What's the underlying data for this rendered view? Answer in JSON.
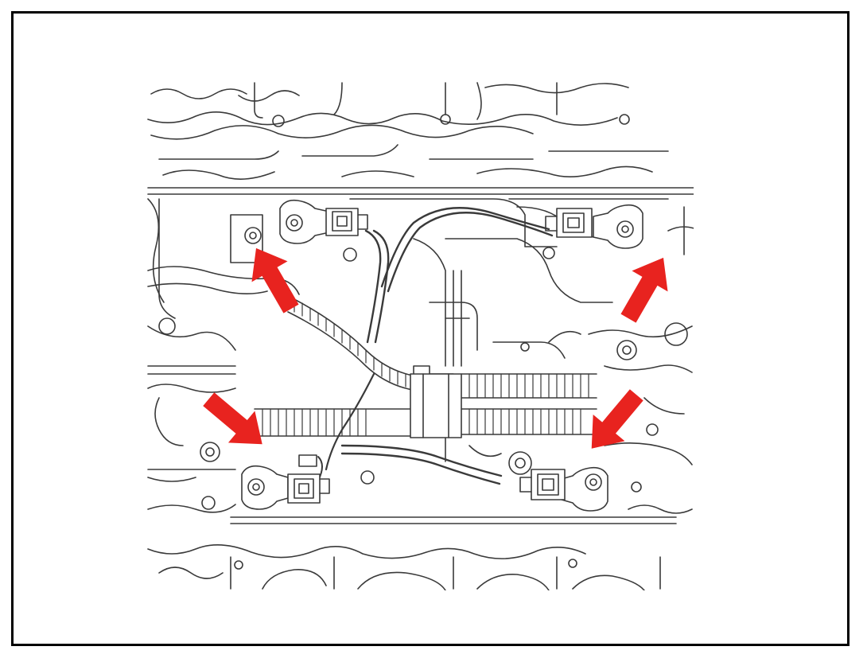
{
  "colors": {
    "frame": "#000000",
    "line": "#3a3a3a",
    "arrow": "#e8231f",
    "background": "#ffffff"
  },
  "diagram": {
    "sensor_count": 4,
    "arrow_count": 4,
    "sensors": [
      {
        "id": "upper-left",
        "icon": "knock-sensor-icon"
      },
      {
        "id": "upper-right",
        "icon": "knock-sensor-icon"
      },
      {
        "id": "lower-left",
        "icon": "knock-sensor-icon"
      },
      {
        "id": "lower-right",
        "icon": "knock-sensor-icon"
      }
    ]
  }
}
